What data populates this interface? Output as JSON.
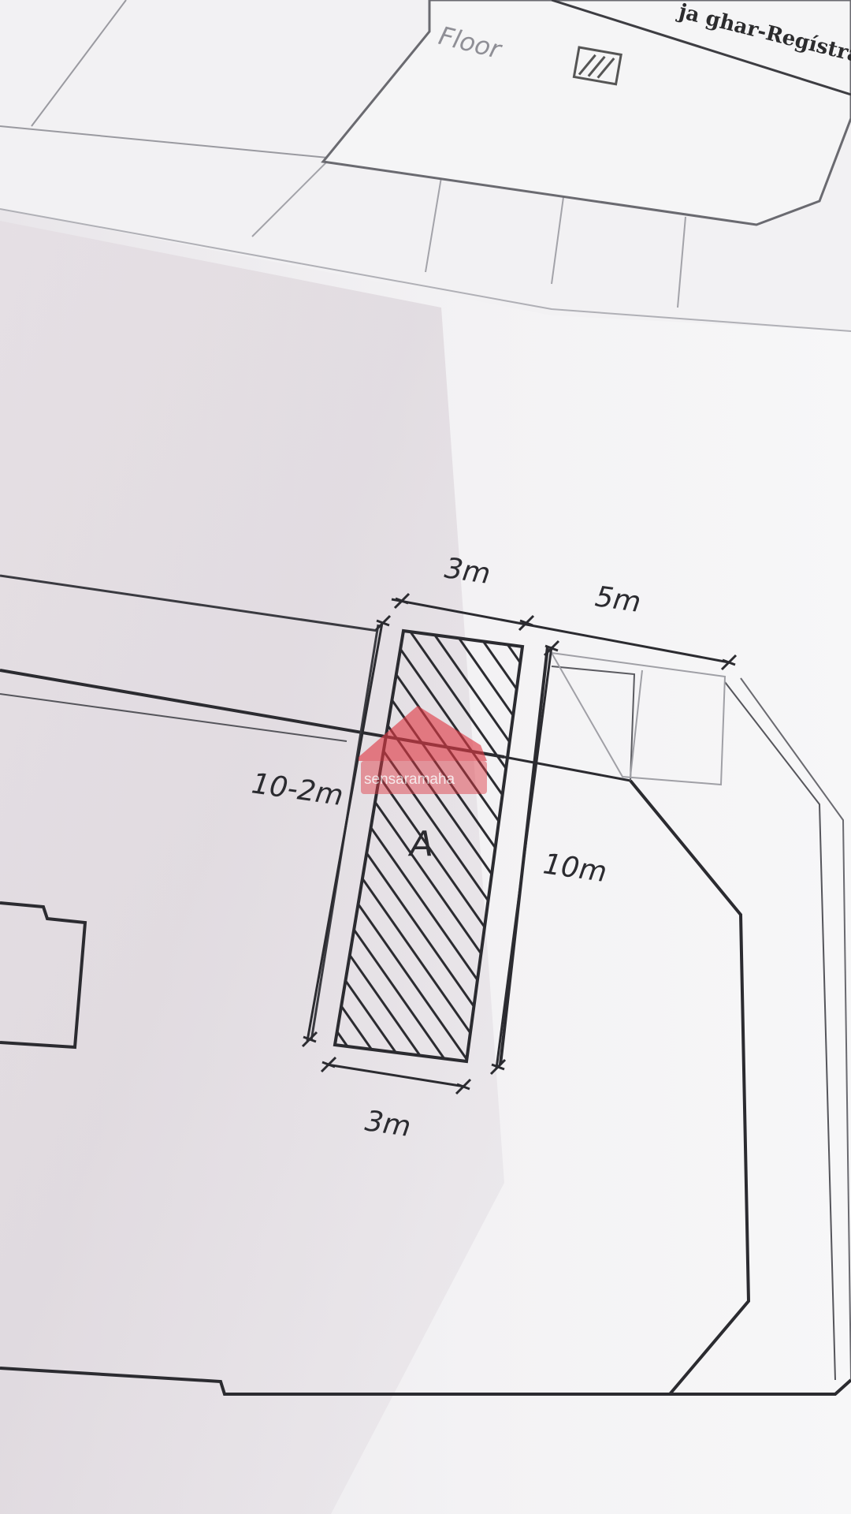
{
  "sheet": {
    "header_text": "ja ghar-Regístra",
    "floor_label": "Floor"
  },
  "plan": {
    "plot_label": "A",
    "dimensions": {
      "top_width": "3m",
      "top_right": "5m",
      "left_side": "10-2m",
      "right_side": "10m",
      "bottom_width": "3m"
    }
  },
  "watermark": {
    "text": "sensaramaha"
  },
  "colors": {
    "paper": "#f4f3f5",
    "shadow": "#d6d0d6",
    "ink": "#2b2b30",
    "watermark": "#e03a45"
  }
}
